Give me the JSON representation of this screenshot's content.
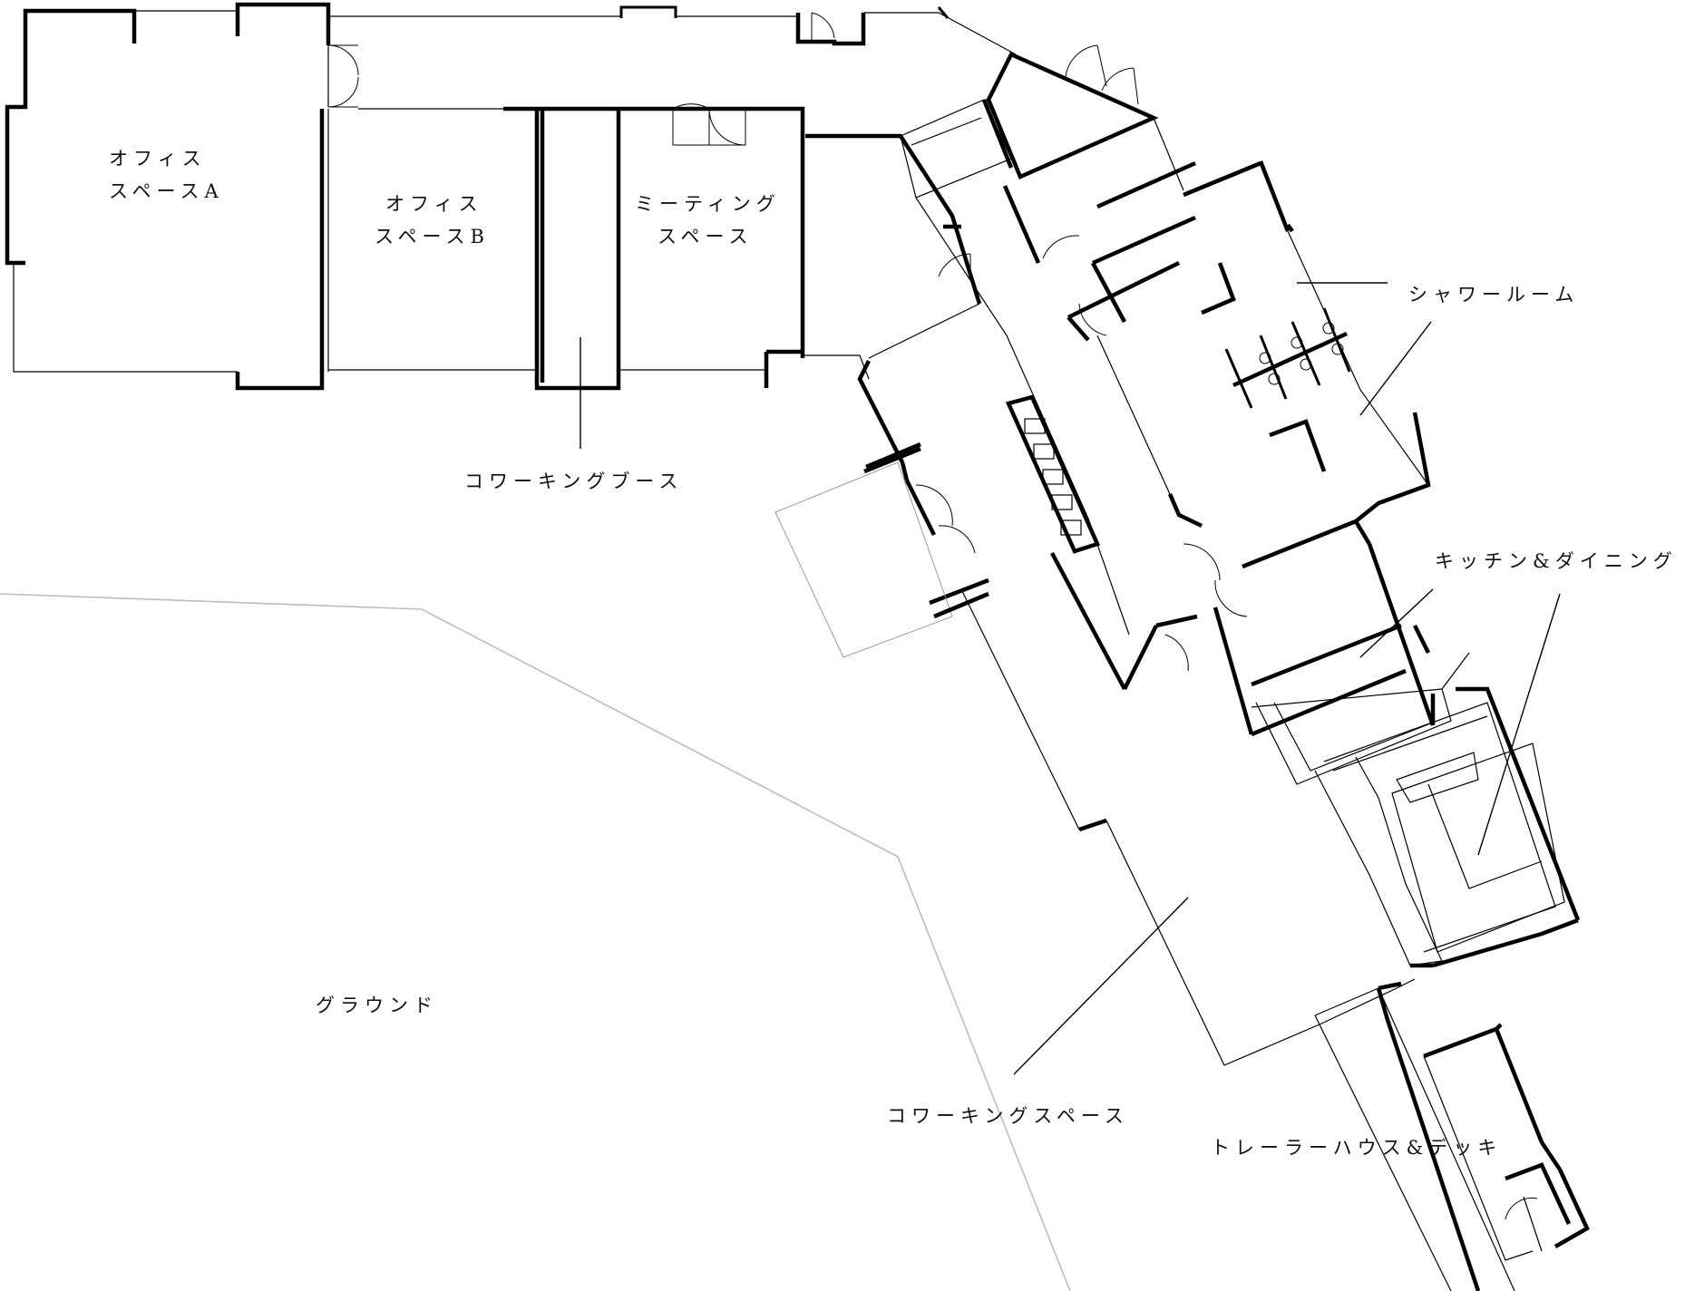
{
  "plan": {
    "rooms": [
      {
        "id": "office-a",
        "lines": [
          "オフィス",
          "スペースA"
        ]
      },
      {
        "id": "office-b",
        "lines": [
          "オフィス",
          "スペースB"
        ]
      },
      {
        "id": "meeting",
        "lines": [
          "ミーティング",
          "スペース"
        ]
      },
      {
        "id": "coworking-booth",
        "lines": [
          "コワーキングブース"
        ]
      },
      {
        "id": "shower",
        "lines": [
          "シャワールーム"
        ]
      },
      {
        "id": "kitchen",
        "lines": [
          "キッチン&ダイニング"
        ]
      },
      {
        "id": "ground",
        "lines": [
          "グラウンド"
        ]
      },
      {
        "id": "coworking-space",
        "lines": [
          "コワーキングスペース"
        ]
      },
      {
        "id": "trailer",
        "lines": [
          "トレーラーハウス&デッキ"
        ]
      }
    ]
  }
}
